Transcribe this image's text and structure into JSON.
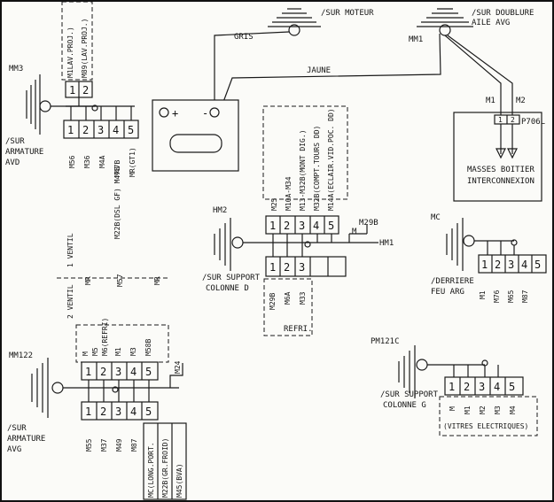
{
  "grounds": {
    "sur_moteur": "/SUR MOTEUR",
    "mm1": "MM1",
    "sur_doublure_1": "/SUR DOUBLURE",
    "sur_doublure_2": "AILE AVG",
    "mm3": "MM3",
    "sur_armature_avd": [
      "/SUR",
      "ARMATURE",
      "AVD"
    ],
    "hm2": "HM2",
    "sur_support_d": [
      "/SUR SUPPORT",
      "COLONNE D"
    ],
    "mc": "MC",
    "derriere_feu": [
      "/DERRIERE",
      "FEU ARG"
    ],
    "mm122": "MM122",
    "sur_armature_avg": [
      "/SUR",
      "ARMATURE",
      "AVG"
    ],
    "pm121c": "PM121C",
    "sur_support_g": [
      "/SUR SUPPORT",
      "COLONNE G"
    ]
  },
  "wires": {
    "gris": "GRIS",
    "jaune": "JAUNE",
    "m1": "M1",
    "m2": "M2",
    "m": "M",
    "m29b": "M29B",
    "hm1": "HM1",
    "m24": "M24"
  },
  "battery": {
    "plus": "+",
    "minus": "-"
  },
  "p706l": {
    "label": "P706L",
    "pin1": "1",
    "pin2": "2",
    "line1": "MASSES BOITIER",
    "line2": "INTERCONNEXION"
  },
  "mm3_block": {
    "top_labels": [
      "M1LAV.PROJ.)",
      "M89(LAV.PROJ.)"
    ],
    "top_pins": [
      "1",
      "2"
    ],
    "pins": [
      "1",
      "2",
      "3",
      "4",
      "5"
    ],
    "bottom_labels": [
      "M56",
      "M36",
      "M4A",
      "M47B",
      "MR(GT1)"
    ],
    "extra_label": "M22B(DSL GF) M47B"
  },
  "hm2_block": {
    "top_labels": [
      "M25",
      "M10A-M34",
      "M13-M32B(MONT DIG.)",
      "M32B(COMPT.TOURS DD)",
      "M14A(ECLAIR.VID.POC. DD)"
    ],
    "top_pins": [
      "1",
      "2",
      "3",
      "4",
      "5"
    ],
    "bottom_pins": [
      "1",
      "2",
      "3"
    ],
    "bottom_labels": [
      "M29B",
      "M6A",
      "M33"
    ],
    "refri": "REFRI."
  },
  "mc_block": {
    "pins": [
      "1",
      "2",
      "3",
      "4",
      "5"
    ],
    "labels": [
      "M1",
      "M76",
      "M65",
      "M87"
    ]
  },
  "mm122_block": {
    "upper_labels": [
      "2 VENTIL",
      "1 VENTIL",
      "MR",
      "M57",
      "MR"
    ],
    "top_labels": [
      "M",
      "M5",
      "M6(REFRI)",
      "M1",
      "M3",
      "M58B"
    ],
    "top_pins": [
      "1",
      "2",
      "3",
      "4",
      "5"
    ],
    "bottom_pins": [
      "1",
      "2",
      "3",
      "4",
      "5"
    ],
    "bottom_labels": [
      "M55",
      "M37",
      "M49",
      "M87"
    ],
    "long_labels": [
      "MC(LONG.PORT.",
      "M22B(GR.FROID)",
      "M45(BVA)"
    ]
  },
  "pm121c_block": {
    "pins": [
      "1",
      "2",
      "3",
      "4",
      "5"
    ],
    "labels": [
      "M",
      "M1",
      "M2",
      "M3",
      "M4"
    ],
    "caption": "(VITRES ELECTRIQUES)"
  }
}
